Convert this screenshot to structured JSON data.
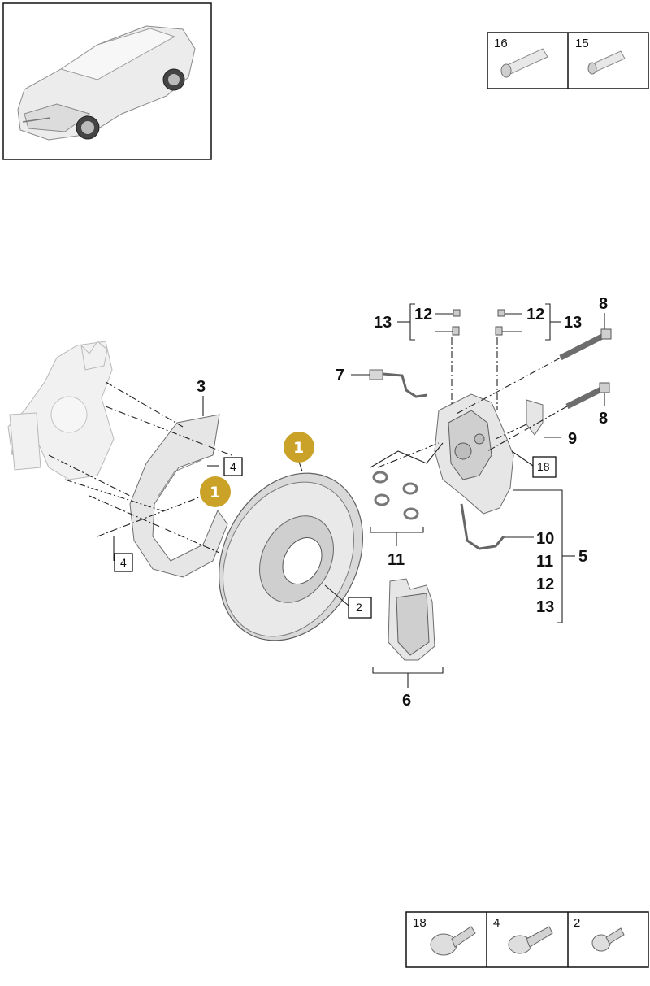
{
  "car_panel": {
    "image": "car-thumbnail"
  },
  "lubricants": [
    {
      "number": "16",
      "icon": "grease-tube-icon"
    },
    {
      "number": "15",
      "icon": "grease-tube-icon"
    }
  ],
  "fasteners": [
    {
      "number": "18",
      "icon": "splined-bolt-icon"
    },
    {
      "number": "4",
      "icon": "flange-bolt-icon"
    },
    {
      "number": "2",
      "icon": "countersunk-screw-icon"
    }
  ],
  "callouts": {
    "c3": "3",
    "c4a": "4",
    "c4b": "4",
    "c1a": "1",
    "c1b": "1",
    "c2": "2",
    "c7": "7",
    "c8a": "8",
    "c8b": "8",
    "c9": "9",
    "c18": "18",
    "c12a": "12",
    "c13a": "13",
    "c12b": "12",
    "c13b": "13",
    "c11": "11",
    "c6": "6",
    "c10": "10",
    "c11b": "11",
    "c12c": "12",
    "c13c": "13",
    "c5": "5"
  },
  "colors": {
    "badge": "#c9a227",
    "line": "#222222",
    "part": "#e6e6e6"
  }
}
